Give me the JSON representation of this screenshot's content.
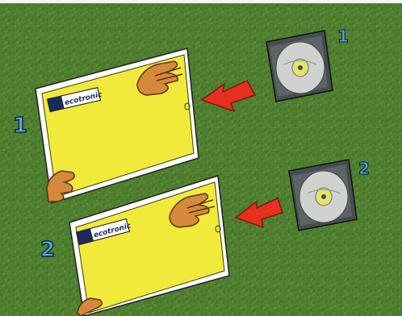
{
  "colors": {
    "grass": "#4f7f2f",
    "grass_dark": "#3d6a26",
    "grass_light": "#6f9d45",
    "card_yellow": "#f2ea3a",
    "card_edge": "#ffffff",
    "arrow_red": "#e8301e",
    "arrow_outline": "#7a1a10",
    "hand": "#d48a3a",
    "hand_dark": "#5a3210",
    "label_blue": "#5aa9dc",
    "label_outline": "#0e2b44",
    "cd_case": "#474d4f",
    "cd_disc": "#cfd2cf",
    "cd_center": "#e6e36a",
    "brand_box": "#1a2a5a"
  },
  "labels": {
    "step1_card": "1",
    "step2_card": "2",
    "step1_cd": "1",
    "step2_cd": "2"
  },
  "card1": {
    "brand": "ecotronic"
  },
  "card2": {
    "brand": "ecotronic"
  }
}
